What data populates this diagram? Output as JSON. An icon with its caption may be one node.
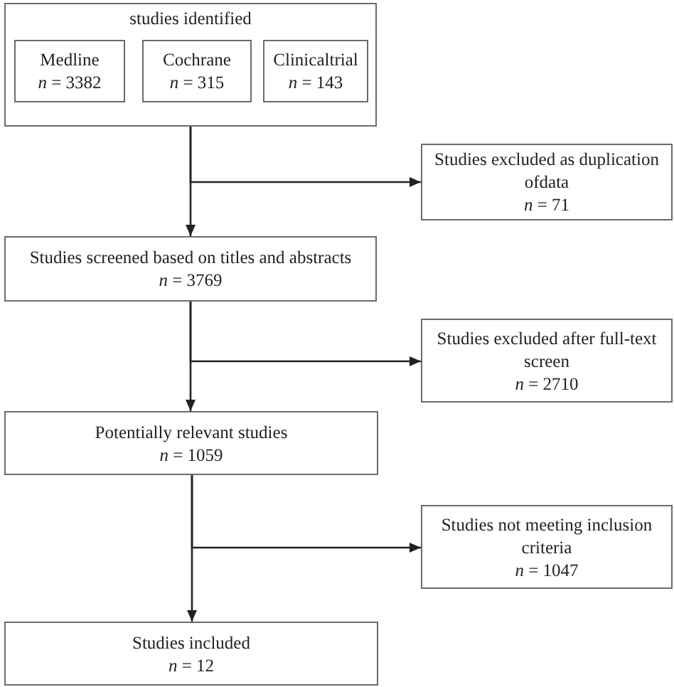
{
  "diagram": {
    "nodes": [
      {
        "text": [
          "studies identified"
        ]
      },
      {
        "text": [
          "Medline",
          "*n* = 3382"
        ],
        "in": 0
      },
      {
        "text": [
          "Cochrane",
          "*n* = 315"
        ],
        "in": 0
      },
      {
        "text": [
          "Clinicaltrial",
          "*n* = 143"
        ],
        "in": 0
      },
      {
        "text": [
          "Studies excluded as duplication ofdata",
          "*n* = 71"
        ]
      },
      {
        "text": [
          "Studies screened based on titles and abstracts",
          "*n* = 3769"
        ]
      },
      {
        "text": [
          "Studies excluded after full-text screen",
          "*n* = 2710"
        ]
      },
      {
        "text": [
          "Potentially relevant studies",
          "*n* = 1059"
        ]
      },
      {
        "text": [
          "Studies not meeting inclusion criteria",
          "*n* = 1047"
        ]
      },
      {
        "text": [
          "Studies included",
          "*n* = 12"
        ]
      }
    ],
    "edges": [
      {
        "from": 0,
        "to": 4,
        "arrow": "to"
      },
      {
        "from": 0,
        "to": 5,
        "arrow": "to"
      },
      {
        "from": 5,
        "to": 6,
        "arrow": "to"
      },
      {
        "from": 5,
        "to": 7,
        "arrow": "to"
      },
      {
        "from": 7,
        "to": 8,
        "arrow": "to"
      },
      {
        "from": 7,
        "to": 9,
        "arrow": "to"
      }
    ]
  }
}
